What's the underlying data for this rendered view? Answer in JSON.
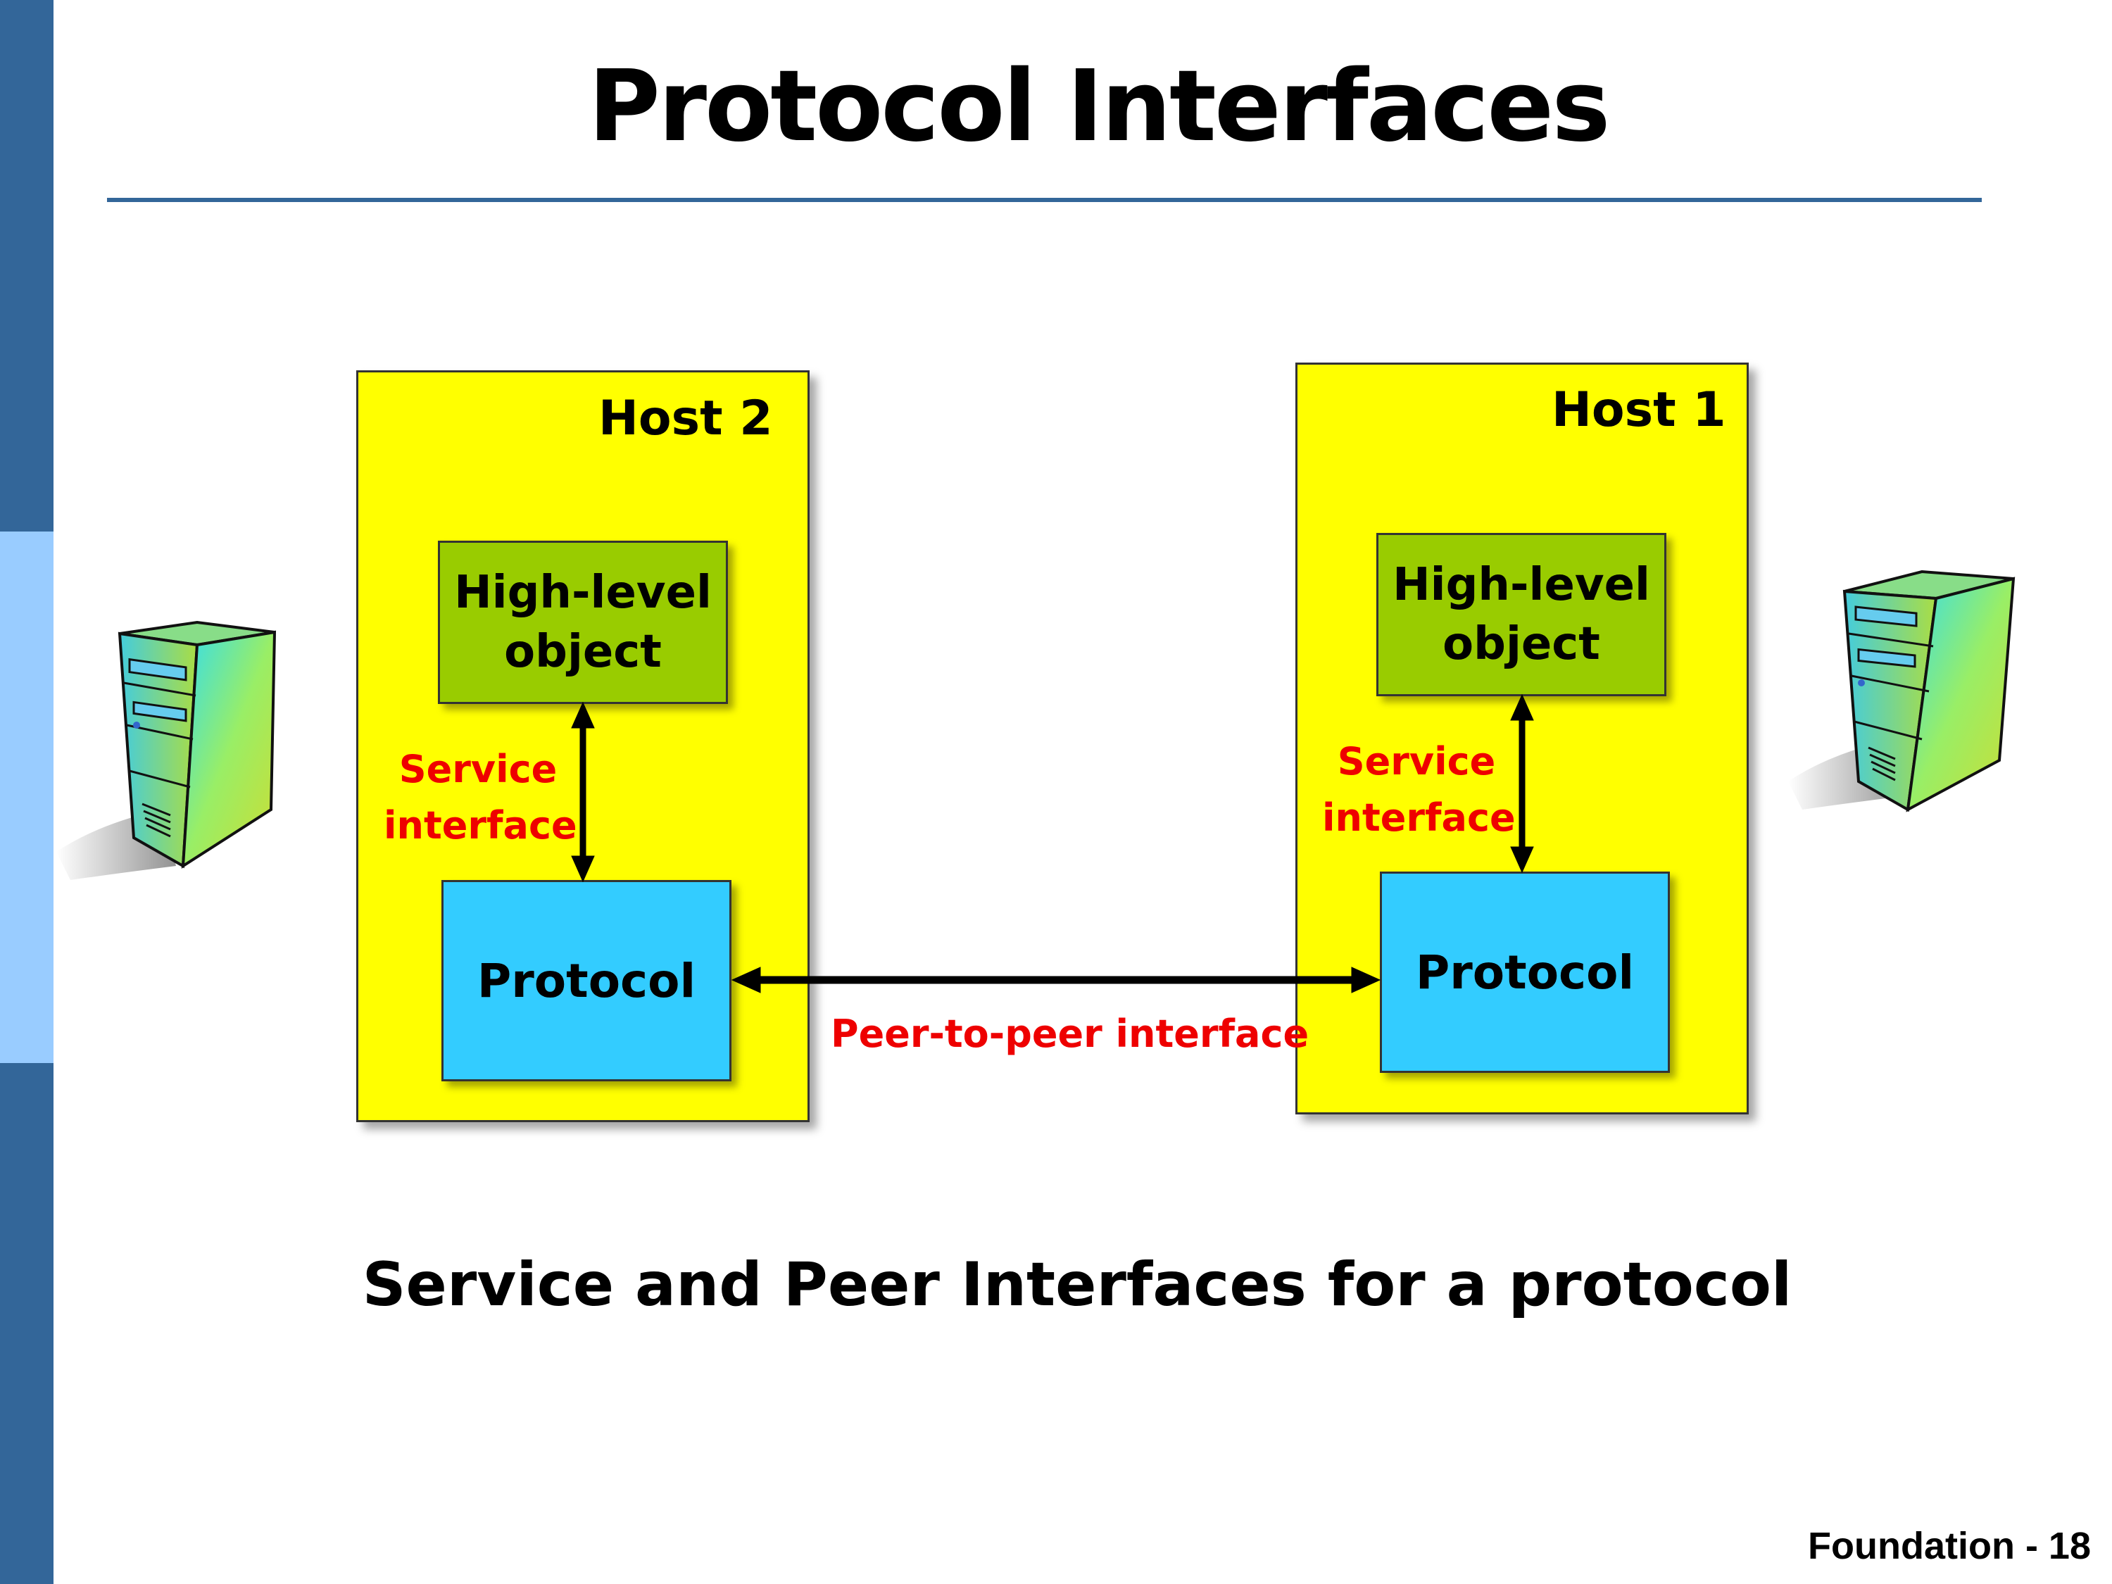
{
  "slide": {
    "title": "Protocol Interfaces",
    "caption": "Service and Peer Interfaces for a protocol",
    "footer": "Foundation - 18"
  },
  "hosts": [
    {
      "label": "Host 2",
      "high_level_line1": "High-level",
      "high_level_line2": "object",
      "protocol": "Protocol",
      "service_line1": "Service",
      "service_line2": "interface"
    },
    {
      "label": "Host 1",
      "high_level_line1": "High-level",
      "high_level_line2": "object",
      "protocol": "Protocol",
      "service_line1": "Service",
      "service_line2": "interface"
    }
  ],
  "peer_interface_label": "Peer-to-peer interface",
  "icons": [
    "server-tower-icon",
    "server-tower-icon"
  ],
  "colors": {
    "sidebar_dark": "#336699",
    "sidebar_light": "#99ccff",
    "host_fill": "#ffff00",
    "high_level_fill": "#99cc00",
    "protocol_fill": "#33ccff",
    "label_red": "#ee0000"
  }
}
